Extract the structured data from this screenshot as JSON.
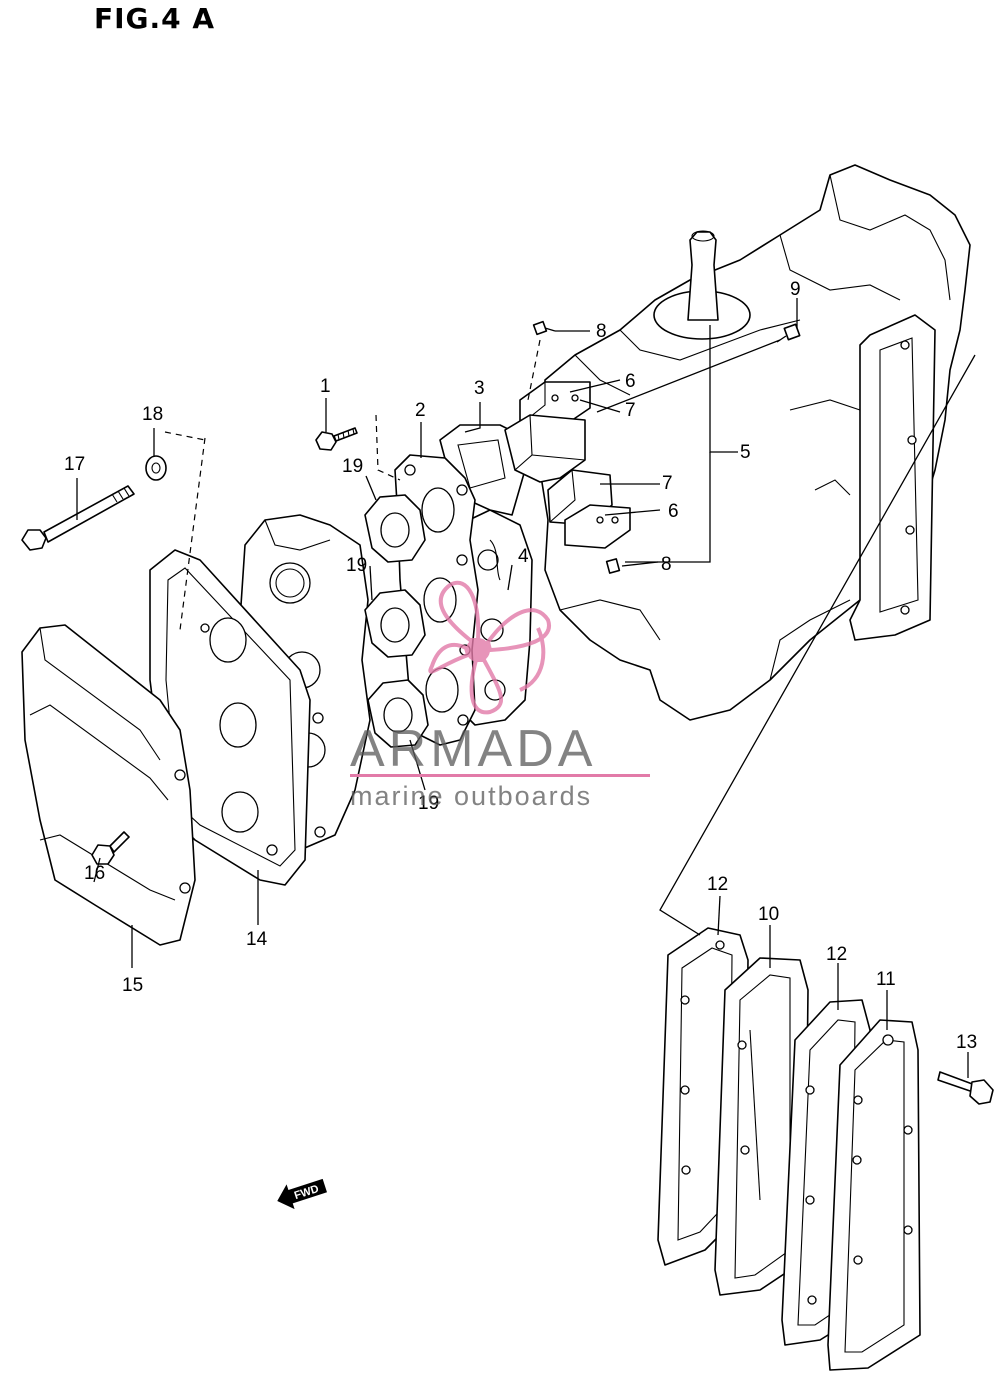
{
  "figure": {
    "title": "FIG.4 A"
  },
  "callouts": [
    {
      "id": "c1",
      "text": "1"
    },
    {
      "id": "c2",
      "text": "2"
    },
    {
      "id": "c3",
      "text": "3"
    },
    {
      "id": "c4",
      "text": "4"
    },
    {
      "id": "c5",
      "text": "5"
    },
    {
      "id": "c6a",
      "text": "6"
    },
    {
      "id": "c6b",
      "text": "6"
    },
    {
      "id": "c7a",
      "text": "7"
    },
    {
      "id": "c7b",
      "text": "7"
    },
    {
      "id": "c8a",
      "text": "8"
    },
    {
      "id": "c8b",
      "text": "8"
    },
    {
      "id": "c9",
      "text": "9"
    },
    {
      "id": "c10",
      "text": "10"
    },
    {
      "id": "c11",
      "text": "11"
    },
    {
      "id": "c12a",
      "text": "12"
    },
    {
      "id": "c12b",
      "text": "12"
    },
    {
      "id": "c13",
      "text": "13"
    },
    {
      "id": "c14",
      "text": "14"
    },
    {
      "id": "c15",
      "text": "15"
    },
    {
      "id": "c16",
      "text": "16"
    },
    {
      "id": "c17",
      "text": "17"
    },
    {
      "id": "c18",
      "text": "18"
    },
    {
      "id": "c19a",
      "text": "19"
    },
    {
      "id": "c19b",
      "text": "19"
    },
    {
      "id": "c19c",
      "text": "19"
    }
  ],
  "watermark": {
    "brand": "ARMADA",
    "tagline": "marine outboards",
    "accent_color": "#e27aa8",
    "text_color": "#5a5a5a"
  },
  "fwd_badge": {
    "text": "FWD",
    "icon": "fwd-arrow-icon"
  }
}
